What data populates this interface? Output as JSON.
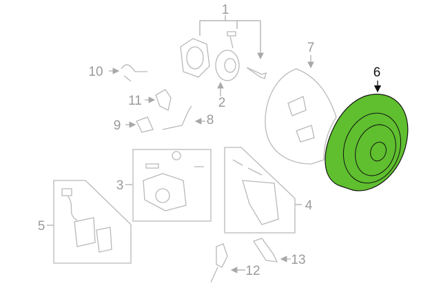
{
  "diagram": {
    "highlight_color": "#5fbf2f",
    "callouts": [
      {
        "id": "1",
        "label": "1"
      },
      {
        "id": "2",
        "label": "2"
      },
      {
        "id": "3",
        "label": "3"
      },
      {
        "id": "4",
        "label": "4"
      },
      {
        "id": "5",
        "label": "5"
      },
      {
        "id": "6",
        "label": "6",
        "highlighted": true
      },
      {
        "id": "7",
        "label": "7"
      },
      {
        "id": "8",
        "label": "8"
      },
      {
        "id": "9",
        "label": "9"
      },
      {
        "id": "10",
        "label": "10"
      },
      {
        "id": "11",
        "label": "11"
      },
      {
        "id": "12",
        "label": "12"
      },
      {
        "id": "13",
        "label": "13"
      }
    ]
  }
}
